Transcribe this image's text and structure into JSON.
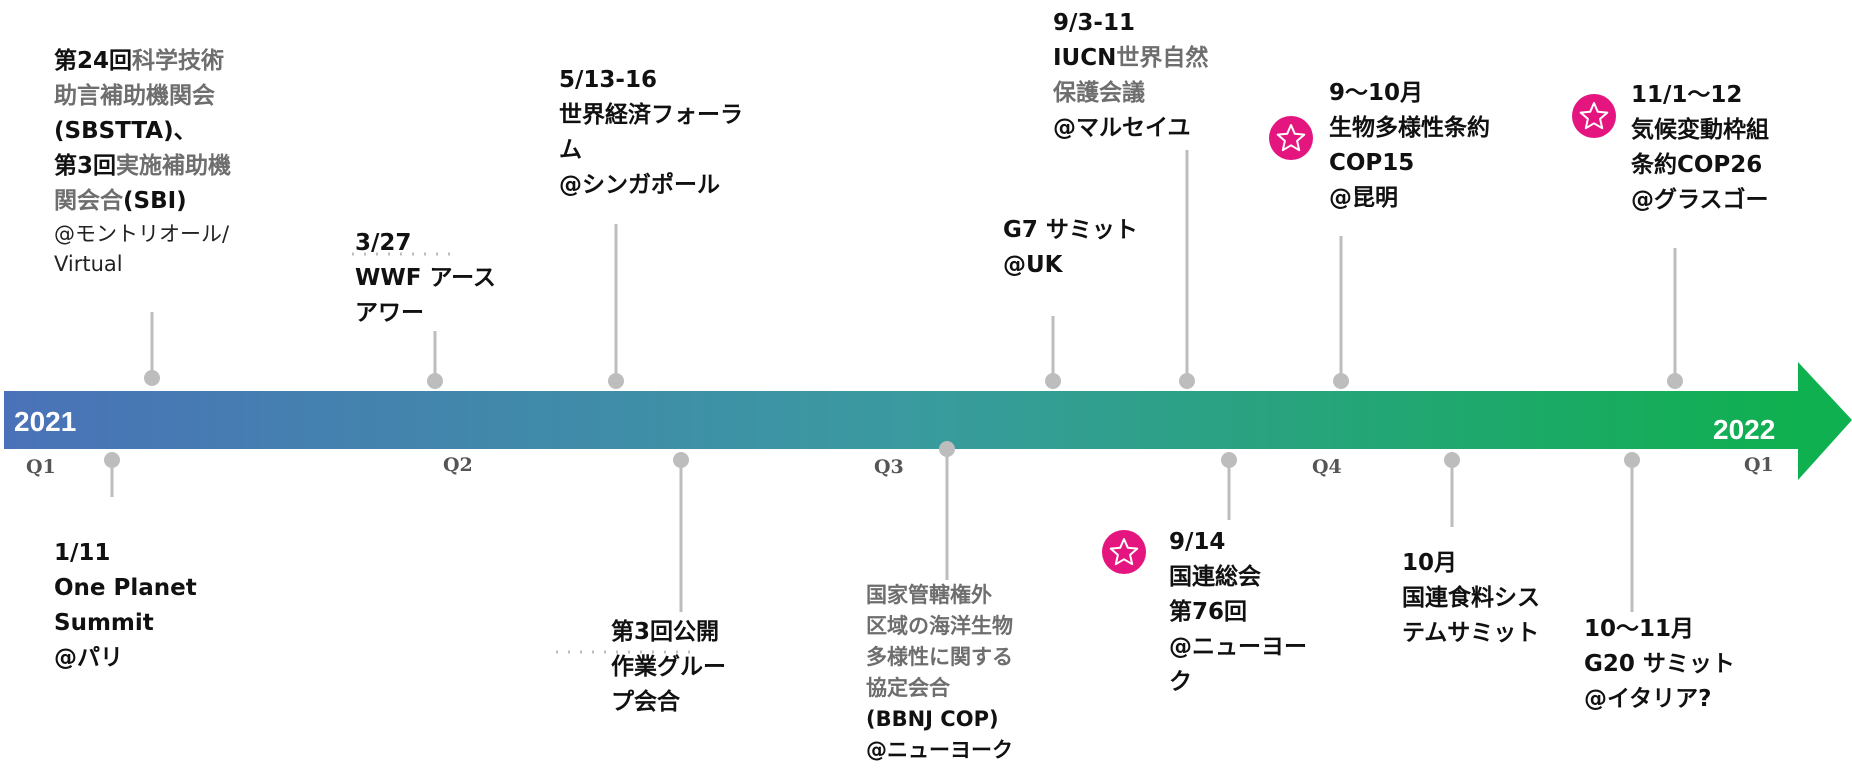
{
  "years": {
    "start": "2021",
    "end": "2022"
  },
  "quarters": [
    "Q1",
    "Q2",
    "Q3",
    "Q4",
    "Q1"
  ],
  "events": {
    "sbstta": {
      "line1_a": "第24回",
      "line1_b": "科学技術",
      "line2": "助言補助機関会",
      "line3": "(SBSTTA)、",
      "line4_a": "第3回",
      "line4_b": "実施補助機",
      "line5_a": "関会合",
      "line5_b": "(SBI)",
      "line6": "@モントリオール/",
      "line7": "Virtual"
    },
    "earth_hour": {
      "lines": [
        "3/27",
        "WWF アース",
        "アワー"
      ]
    },
    "wef": {
      "lines": [
        "5/13-16",
        "世界経済フォーラ",
        "ム",
        "@シンガポール"
      ]
    },
    "g7": {
      "lines": [
        "G7 サミット",
        "@UK"
      ]
    },
    "iucn": {
      "line1": "9/3-11",
      "line2_a": "IUCN",
      "line2_b": "世界自然",
      "line3": "保護会議",
      "line4": "@マルセイユ"
    },
    "cop15": {
      "lines": [
        "9～10月",
        "生物多様性条約",
        "COP15",
        "@昆明"
      ]
    },
    "cop26": {
      "lines": [
        "11/1～12",
        "気候変動枠組",
        "条約COP26",
        "@グラスゴー"
      ]
    },
    "one_planet": {
      "lines": [
        "1/11",
        "One Planet",
        "Summit",
        "@パリ"
      ]
    },
    "owg": {
      "lines": [
        "第3回公開",
        "作業グルー",
        "プ会合"
      ]
    },
    "bbnj": {
      "line1": "国家管轄権外",
      "line2": "区域の海洋生物",
      "line3": "多様性に関する",
      "line4": "協定会合",
      "line5": "(BBNJ COP)",
      "line6": "@ニューヨーク"
    },
    "unga": {
      "lines": [
        "9/14",
        "国連総会",
        "第76回",
        "@ニューヨー",
        "ク"
      ]
    },
    "food": {
      "lines": [
        "10月",
        "国連食料シス",
        "テムサミット"
      ]
    },
    "g20": {
      "lines": [
        "10～11月",
        "G20 サミット",
        "@イタリア?"
      ]
    }
  },
  "colors": {
    "arrow_start": "#4a72b8",
    "arrow_mid": "#3a9aa0",
    "arrow_end": "#0fb04f",
    "connector": "#bdbdbd",
    "star_badge": "#e4157f",
    "gray_text": "#6e6e6e"
  },
  "icons": [
    "star-icon"
  ]
}
